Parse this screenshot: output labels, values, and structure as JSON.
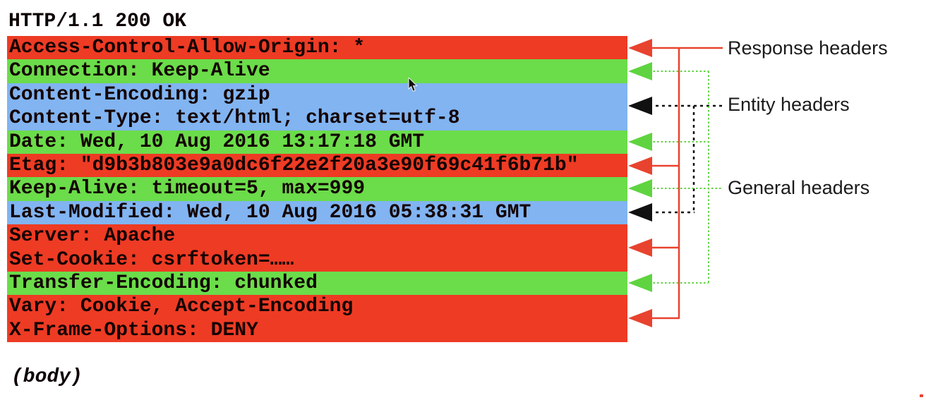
{
  "status_line": "HTTP/1.1 200 OK",
  "body_placeholder": "(body)",
  "colors": {
    "red": "#ee3b24",
    "green": "#6bdc4a",
    "blue": "#81b4f1",
    "arrow_red": "#e8432e",
    "arrow_green": "#5fd440",
    "arrow_black": "#111111",
    "text": "#140303"
  },
  "rows": [
    {
      "category": "response",
      "color": "red",
      "lines": [
        "Access-Control-Allow-Origin: *"
      ]
    },
    {
      "category": "general",
      "color": "green",
      "lines": [
        "Connection: Keep-Alive"
      ]
    },
    {
      "category": "entity",
      "color": "blue",
      "lines": [
        "Content-Encoding: gzip",
        "Content-Type: text/html; charset=utf-8"
      ]
    },
    {
      "category": "general",
      "color": "green",
      "lines": [
        "Date: Wed, 10 Aug 2016 13:17:18 GMT"
      ]
    },
    {
      "category": "response",
      "color": "red",
      "lines": [
        "Etag: \"d9b3b803e9a0dc6f22e2f20a3e90f69c41f6b71b\""
      ]
    },
    {
      "category": "general",
      "color": "green",
      "lines": [
        "Keep-Alive: timeout=5, max=999"
      ]
    },
    {
      "category": "entity",
      "color": "blue",
      "lines": [
        "Last-Modified: Wed, 10 Aug 2016 05:38:31 GMT"
      ]
    },
    {
      "category": "response",
      "color": "red",
      "lines": [
        "Server: Apache",
        "Set-Cookie: csrftoken=……"
      ]
    },
    {
      "category": "general",
      "color": "green",
      "lines": [
        "Transfer-Encoding: chunked"
      ]
    },
    {
      "category": "response",
      "color": "red",
      "lines": [
        "Vary: Cookie, Accept-Encoding",
        "X-Frame-Options: DENY"
      ]
    }
  ],
  "legend": {
    "response_label": "Response headers",
    "entity_label": "Entity headers",
    "general_label": "General headers"
  }
}
